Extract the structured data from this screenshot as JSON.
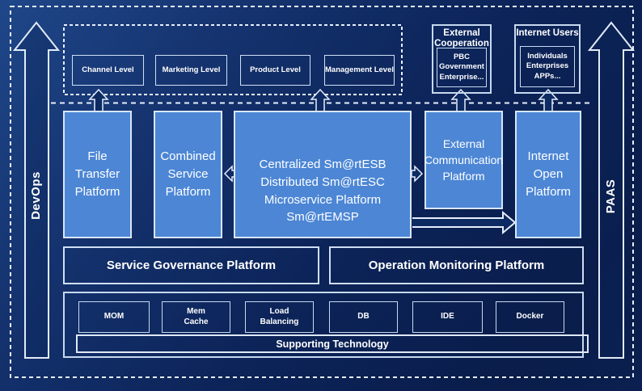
{
  "colors": {
    "background": "#0c2459",
    "platform_fill": "#4c86d5",
    "border_light": "#d8e6f7",
    "text": "#ffffff"
  },
  "side_rails": {
    "left_label": "DevOps",
    "right_label": "PAAS"
  },
  "levels_row": [
    "Channel Level",
    "Marketing Level",
    "Product Level",
    "Management Level"
  ],
  "external_cooperation": {
    "title": "External\nCooperation",
    "members": "PBC Government\nEnterprise..."
  },
  "internet_users": {
    "title": "Internet Users",
    "members": "Individuals\nEnterprises\nAPPs..."
  },
  "platform_row": {
    "file_transfer": "File\nTransfer\nPlatform",
    "combined_service": "Combined\nService\nPlatform",
    "esb": "Centralized Sm@rtESB\nDistributed Sm@rtESC\nMicroservice Platform Sm@rtEMSP",
    "external_communication": "External\nCommunication\nPlatform",
    "internet_open": "Internet\nOpen\nPlatform"
  },
  "governance_row": {
    "service_governance": "Service Governance Platform",
    "operation_monitoring": "Operation Monitoring Platform"
  },
  "supporting_section": {
    "items": [
      "MOM",
      "Mem\nCache",
      "Load\nBalancing",
      "DB",
      "IDE",
      "Docker"
    ],
    "label": "Supporting Technology"
  }
}
